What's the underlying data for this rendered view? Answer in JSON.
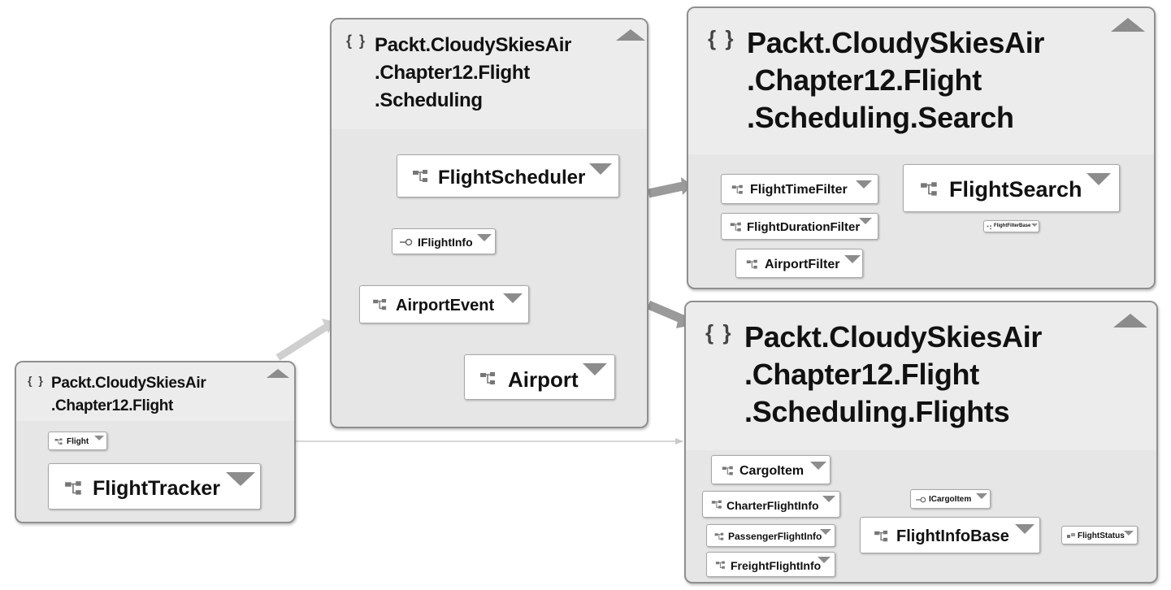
{
  "namespaces": {
    "scheduling": {
      "brace": "{ }",
      "title_lines": [
        "Packt.CloudySkiesAir",
        ".Chapter12.Flight",
        ".Scheduling"
      ],
      "nodes": {
        "flight_scheduler": "FlightScheduler",
        "iflight_info": "IFlightInfo",
        "airport_event": "AirportEvent",
        "airport": "Airport"
      }
    },
    "search": {
      "brace": "{ }",
      "title_lines": [
        "Packt.CloudySkiesAir",
        ".Chapter12.Flight",
        ".Scheduling.Search"
      ],
      "nodes": {
        "flight_time_filter": "FlightTimeFilter",
        "flight_duration_filter": "FlightDurationFilter",
        "airport_filter": "AirportFilter",
        "flight_search": "FlightSearch",
        "flight_filter_base": "FlightFilterBase"
      }
    },
    "flights": {
      "brace": "{ }",
      "title_lines": [
        "Packt.CloudySkiesAir",
        ".Chapter12.Flight",
        ".Scheduling.Flights"
      ],
      "nodes": {
        "cargo_item": "CargoItem",
        "icargo_item": "ICargoItem",
        "charter_flight_info": "CharterFlightInfo",
        "passenger_flight_info": "PassengerFlightInfo",
        "freight_flight_info": "FreightFlightInfo",
        "flight_info_base": "FlightInfoBase",
        "flight_status": "FlightStatus"
      }
    },
    "flight": {
      "brace": "{ }",
      "title_lines": [
        "Packt.CloudySkiesAir",
        ".Chapter12.Flight"
      ],
      "nodes": {
        "flight": "Flight",
        "flight_tracker": "FlightTracker"
      }
    }
  },
  "icons": {
    "class": "class-icon",
    "interface": "interface-icon",
    "enum": "enum-icon",
    "namespace": "namespace-braces-icon",
    "collapse": "collapse-triangle-icon",
    "expand": "dropdown-triangle-icon"
  },
  "colors": {
    "group_fill": "#e6e6e6",
    "group_border": "#8f8f8f",
    "node_fill": "#ffffff",
    "arrow_light": "#c8c8c8",
    "arrow_dark": "#9a9a9a",
    "triangle": "#8c8c8c"
  }
}
